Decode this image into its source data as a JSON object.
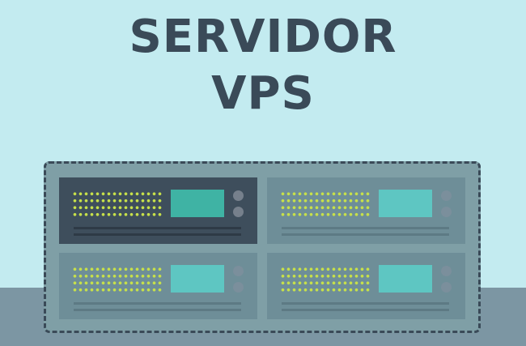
{
  "title": {
    "line1": "SERVIDOR",
    "line2": "VPS"
  },
  "colors": {
    "background": "#c3ebf0",
    "title_text": "#3a4a58",
    "rack": "#7f9fa6",
    "rack_border": "#3a4a58",
    "unit": "#6e8e98",
    "unit_active": "#3e4e5c",
    "led": "#c7e04a",
    "screen": "#5ec6c2",
    "floor": "#7c96a3"
  },
  "illustration": {
    "subject": "server-rack",
    "active_unit_index": 0
  }
}
